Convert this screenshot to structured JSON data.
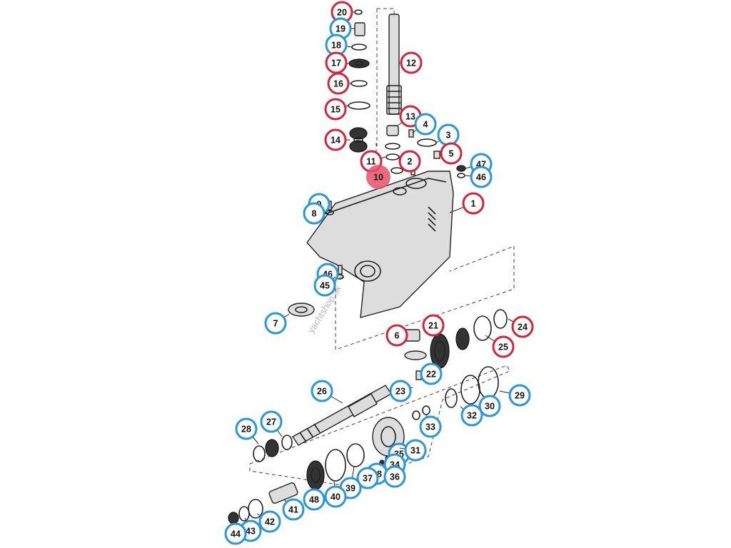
{
  "watermark": "yachtshop.sk",
  "colors": {
    "red": "#d3263b",
    "blue": "#2a97db",
    "highlight": "#e8506a"
  },
  "callouts": [
    {
      "label": "20",
      "color": "red"
    },
    {
      "label": "19",
      "color": "blue"
    },
    {
      "label": "18",
      "color": "blue"
    },
    {
      "label": "17",
      "color": "red"
    },
    {
      "label": "16",
      "color": "red"
    },
    {
      "label": "15",
      "color": "red"
    },
    {
      "label": "14",
      "color": "red"
    },
    {
      "label": "12",
      "color": "red"
    },
    {
      "label": "13",
      "color": "red"
    },
    {
      "label": "4",
      "color": "blue"
    },
    {
      "label": "3",
      "color": "blue"
    },
    {
      "label": "5",
      "color": "red"
    },
    {
      "label": "11",
      "color": "red"
    },
    {
      "label": "2",
      "color": "red"
    },
    {
      "label": "10",
      "color": "highlight"
    },
    {
      "label": "47",
      "color": "blue"
    },
    {
      "label": "46",
      "color": "blue"
    },
    {
      "label": "1",
      "color": "red"
    },
    {
      "label": "9",
      "color": "blue"
    },
    {
      "label": "8",
      "color": "blue"
    },
    {
      "label": "46",
      "color": "blue"
    },
    {
      "label": "45",
      "color": "blue"
    },
    {
      "label": "7",
      "color": "blue"
    },
    {
      "label": "6",
      "color": "red"
    },
    {
      "label": "21",
      "color": "red"
    },
    {
      "label": "24",
      "color": "red"
    },
    {
      "label": "25",
      "color": "red"
    },
    {
      "label": "22",
      "color": "blue"
    },
    {
      "label": "23",
      "color": "blue"
    },
    {
      "label": "26",
      "color": "blue"
    },
    {
      "label": "29",
      "color": "blue"
    },
    {
      "label": "30",
      "color": "blue"
    },
    {
      "label": "32",
      "color": "blue"
    },
    {
      "label": "27",
      "color": "blue"
    },
    {
      "label": "28",
      "color": "blue"
    },
    {
      "label": "33",
      "color": "blue"
    },
    {
      "label": "35",
      "color": "blue"
    },
    {
      "label": "31",
      "color": "blue"
    },
    {
      "label": "34",
      "color": "blue"
    },
    {
      "label": "38",
      "color": "blue"
    },
    {
      "label": "37",
      "color": "blue"
    },
    {
      "label": "36",
      "color": "blue"
    },
    {
      "label": "39",
      "color": "blue"
    },
    {
      "label": "40",
      "color": "blue"
    },
    {
      "label": "48",
      "color": "blue"
    },
    {
      "label": "41",
      "color": "blue"
    },
    {
      "label": "42",
      "color": "blue"
    },
    {
      "label": "43",
      "color": "blue"
    },
    {
      "label": "44",
      "color": "blue"
    }
  ]
}
